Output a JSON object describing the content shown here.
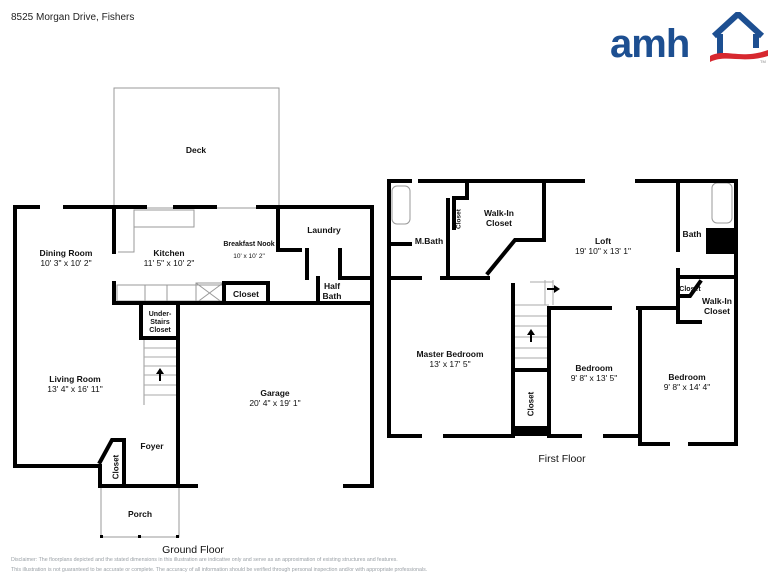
{
  "header": {
    "address": "8525 Morgan Drive, Fishers"
  },
  "logo": {
    "text": "amh",
    "primary_color": "#1d4f91",
    "accent_color": "#d7282f",
    "trademark": "TM"
  },
  "ground_floor": {
    "title": "Ground Floor",
    "rooms": {
      "deck": {
        "name": "Deck"
      },
      "dining": {
        "name": "Dining Room",
        "dims": "10' 3\" x 10' 2\""
      },
      "kitchen": {
        "name": "Kitchen",
        "dims": "11' 5\" x 10' 2\""
      },
      "nook": {
        "name": "Breakfast Nook",
        "dims": "10' x 10' 2\""
      },
      "laundry": {
        "name": "Laundry"
      },
      "closet": {
        "name": "Closet"
      },
      "half_bath": {
        "name": "Half Bath"
      },
      "under_stairs": {
        "name": "Under-Stairs Closet",
        "line1": "Under-",
        "line2": "Stairs",
        "line3": "Closet"
      },
      "living": {
        "name": "Living Room",
        "dims": "13' 4\" x 16' 11\""
      },
      "garage": {
        "name": "Garage",
        "dims": "20' 4\" x 19' 1\""
      },
      "foyer": {
        "name": "Foyer"
      },
      "foyer_closet": {
        "name": "Closet"
      },
      "porch": {
        "name": "Porch"
      }
    }
  },
  "first_floor": {
    "title": "First Floor",
    "rooms": {
      "mbath": {
        "name": "M.Bath"
      },
      "mbath_closet": {
        "name": "Closet"
      },
      "walkin1": {
        "name": "Walk-In Closet",
        "line1": "Walk-In",
        "line2": "Closet"
      },
      "loft": {
        "name": "Loft",
        "dims": "19' 10\" x 13' 1\""
      },
      "bath": {
        "name": "Bath"
      },
      "bath_closet": {
        "name": "Closet"
      },
      "walkin2": {
        "name": "Walk-In Closet",
        "line1": "Walk-In",
        "line2": "Closet"
      },
      "master": {
        "name": "Master Bedroom",
        "dims": "13' x 17' 5\""
      },
      "hall_closet": {
        "name": "Closet"
      },
      "bed2": {
        "name": "Bedroom",
        "dims": "9' 8\" x 13' 5\""
      },
      "bed3": {
        "name": "Bedroom",
        "dims": "9' 8\" x 14' 4\""
      }
    }
  },
  "disclaimer": {
    "line1": "Disclaimer: The floorplans depicted and the stated dimensions in this illustration are indicative only and serve as an approximation of existing structures and features.",
    "line2": "This illustration is not guaranteed to be accurate or complete. The accuracy of all information should be verified through personal inspection and/or with appropriate professionals."
  }
}
